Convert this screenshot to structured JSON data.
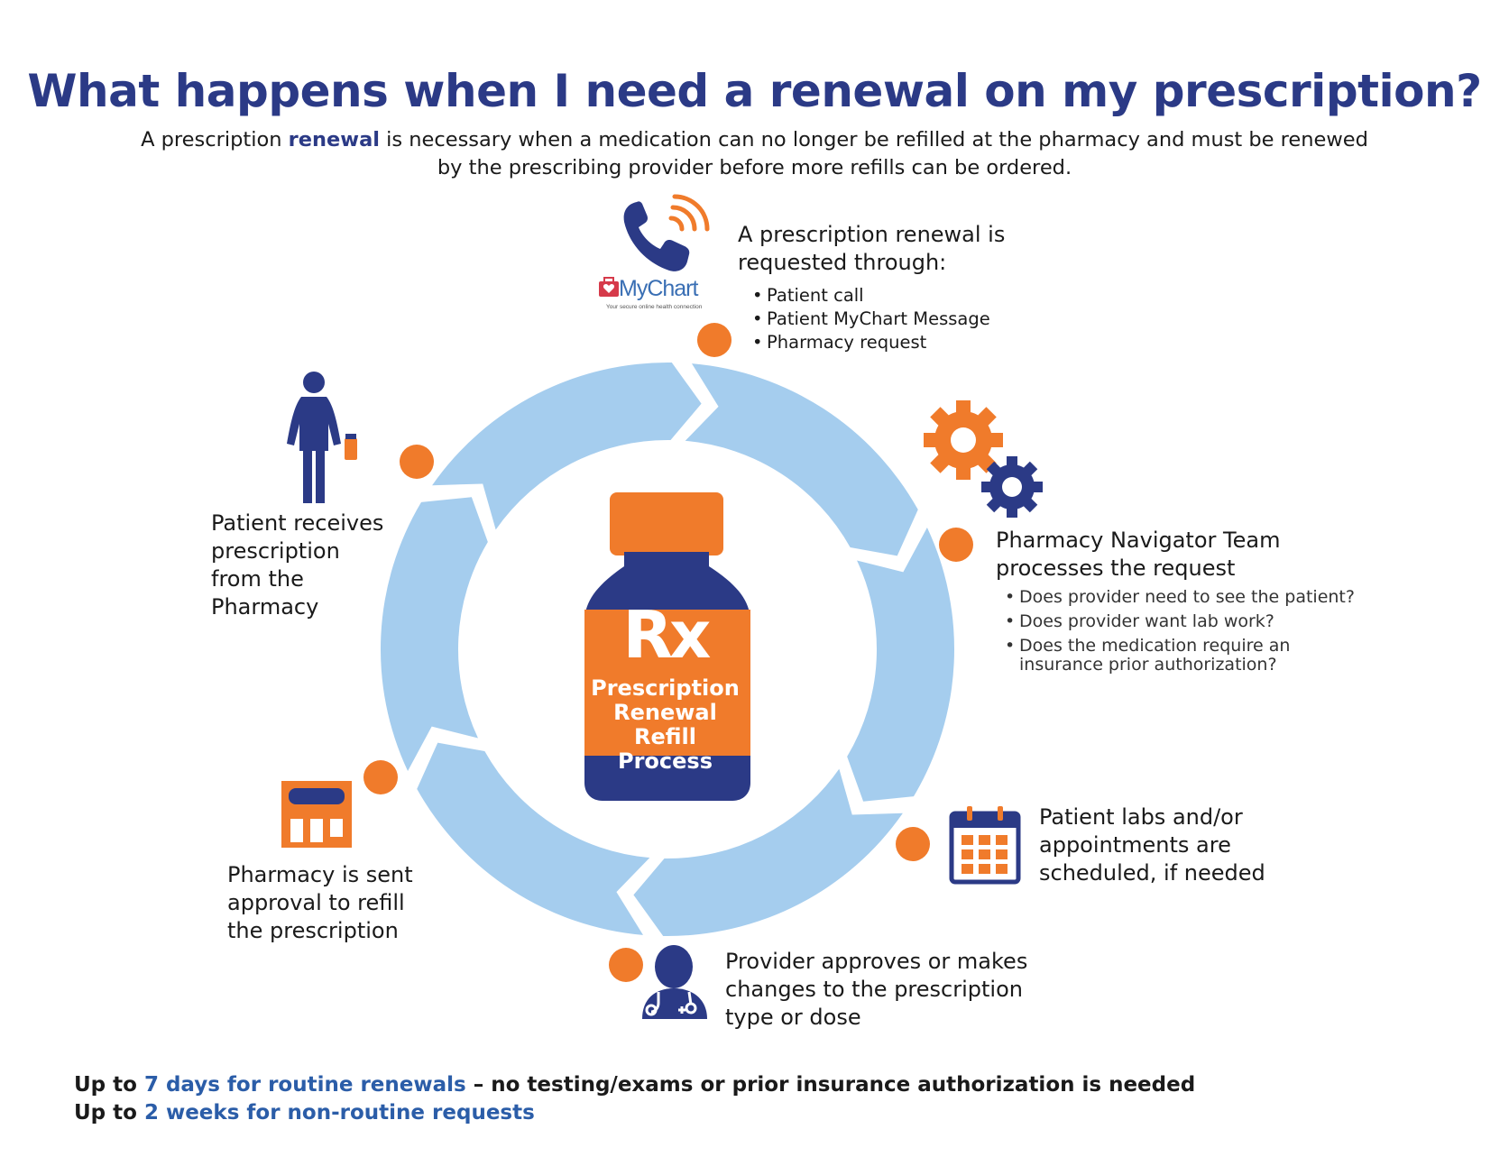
{
  "header": {
    "title": "What happens when I need a renewal on my prescription?",
    "subtitle_before": "A prescription ",
    "subtitle_highlight": "renewal",
    "subtitle_after": " is necessary when a medication can no longer be refilled at the pharmacy and must be renewed by the prescribing provider before more refills can be ordered."
  },
  "center": {
    "rx": "Rx",
    "label_lines": [
      "Prescription",
      "Renewal Refill",
      "Process"
    ]
  },
  "mychart": {
    "brand": "MyChart",
    "tagline": "Your secure online health connection"
  },
  "steps": {
    "request": {
      "title_lines": [
        "A prescription renewal is",
        "requested through:"
      ],
      "bullets": [
        "Patient call",
        "Patient MyChart Message",
        "Pharmacy request"
      ]
    },
    "navigator": {
      "title_lines": [
        "Pharmacy Navigator Team",
        "processes the request"
      ],
      "bullets": [
        "Does provider need to see the patient?",
        "Does provider want lab work?",
        "Does the medication require an insurance prior authorization?"
      ]
    },
    "labs": {
      "title_lines": [
        "Patient labs and/or",
        "appointments are",
        "scheduled, if needed"
      ]
    },
    "provider": {
      "title_lines": [
        "Provider approves or makes",
        "changes to the prescription",
        "type or dose"
      ]
    },
    "pharmacy": {
      "title_lines": [
        "Pharmacy is sent",
        "approval to refill",
        "the prescription"
      ]
    },
    "patient": {
      "title_lines": [
        "Patient receives",
        "prescription",
        "from the",
        "Pharmacy"
      ]
    }
  },
  "footer": {
    "line1_prefix": "Up to ",
    "line1_highlight": "7 days for routine renewals",
    "line1_suffix": " – no testing/exams or prior insurance authorization is needed",
    "line2_prefix": "Up to ",
    "line2_highlight": "2 weeks for non-routine requests"
  },
  "colors": {
    "navy": "#2b3a86",
    "orange": "#f07b2b",
    "ring": "#a5cdee",
    "highlight": "#2b5da8"
  },
  "icons": [
    "phone-icon",
    "mychart-logo",
    "gears-icon",
    "calendar-icon",
    "doctor-icon",
    "pharmacy-icon",
    "patient-icon",
    "rx-bottle"
  ]
}
